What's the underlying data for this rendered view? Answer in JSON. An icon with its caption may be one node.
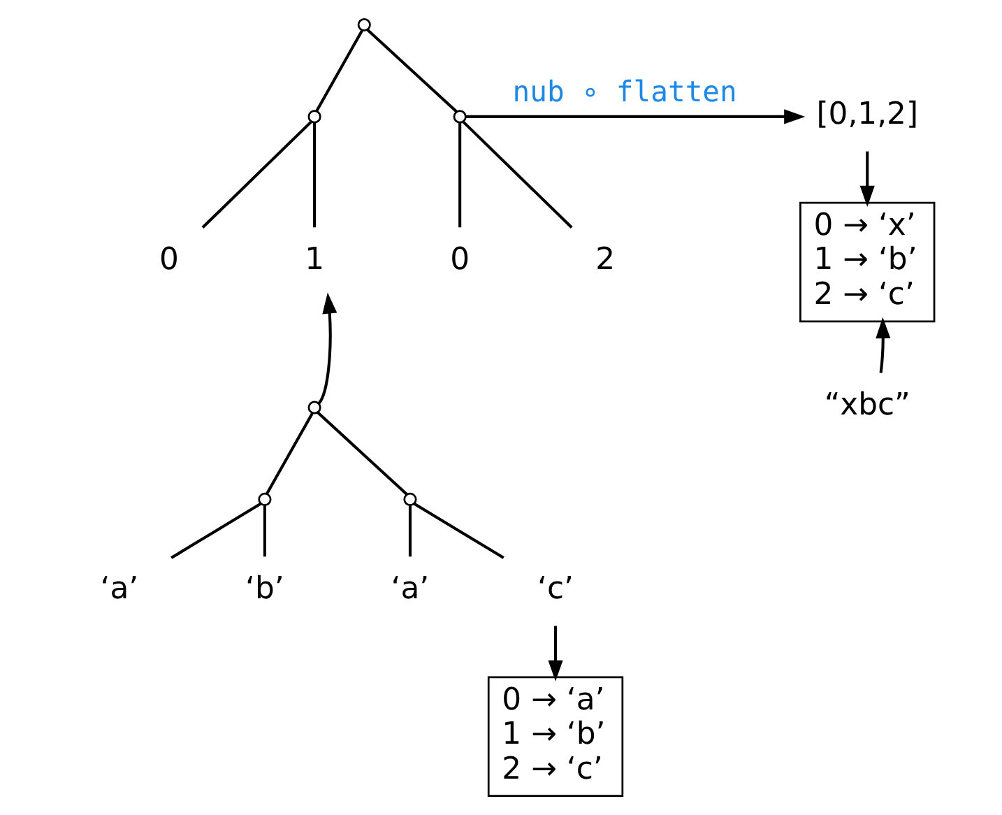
{
  "diagram": {
    "nodes": [
      {
        "text": [],
        "shape": "circle"
      },
      {
        "text": [],
        "shape": "circle"
      },
      {
        "text": [],
        "shape": "circle"
      },
      {
        "text": [
          "0"
        ]
      },
      {
        "text": [
          "1"
        ]
      },
      {
        "text": [
          "0"
        ]
      },
      {
        "text": [
          "2"
        ]
      },
      {
        "text": [],
        "shape": "circle"
      },
      {
        "text": [],
        "shape": "circle"
      },
      {
        "text": [],
        "shape": "circle"
      },
      {
        "text": [
          "‘a’"
        ]
      },
      {
        "text": [
          "‘b’"
        ]
      },
      {
        "text": [
          "‘a’"
        ]
      },
      {
        "text": [
          "‘c’"
        ]
      },
      {
        "text": [
          "0 → ‘a’",
          "1 → ‘b’",
          "2 → ‘c’"
        ]
      },
      {
        "text": [
          "[0,1,2]"
        ]
      },
      {
        "text": [
          "0 → ‘x’",
          "1 → ‘b’",
          "2 → ‘c’"
        ]
      },
      {
        "text": [
          "“xbc”"
        ]
      }
    ],
    "edges": [
      {
        "from": 0,
        "to": 1,
        "arrow": "none"
      },
      {
        "from": 0,
        "to": 2,
        "arrow": "none"
      },
      {
        "from": 1,
        "to": 3,
        "arrow": "none"
      },
      {
        "from": 1,
        "to": 4,
        "arrow": "none"
      },
      {
        "from": 2,
        "to": 5,
        "arrow": "none"
      },
      {
        "from": 2,
        "to": 6,
        "arrow": "none"
      },
      {
        "from": 7,
        "to": 8,
        "arrow": "none"
      },
      {
        "from": 7,
        "to": 9,
        "arrow": "none"
      },
      {
        "from": 8,
        "to": 10,
        "arrow": "none"
      },
      {
        "from": 8,
        "to": 11,
        "arrow": "none"
      },
      {
        "from": 9,
        "to": 12,
        "arrow": "none"
      },
      {
        "from": 9,
        "to": 13,
        "arrow": "none"
      },
      {
        "from": 7,
        "to": 4,
        "arrow": "to"
      },
      {
        "from": 2,
        "to": 15,
        "arrow": "to",
        "label": "nub ∘ flatten"
      },
      {
        "from": 13,
        "to": 14,
        "arrow": "to"
      },
      {
        "from": 15,
        "to": 16,
        "arrow": "to"
      },
      {
        "from": 17,
        "to": 16,
        "arrow": "to"
      }
    ]
  }
}
